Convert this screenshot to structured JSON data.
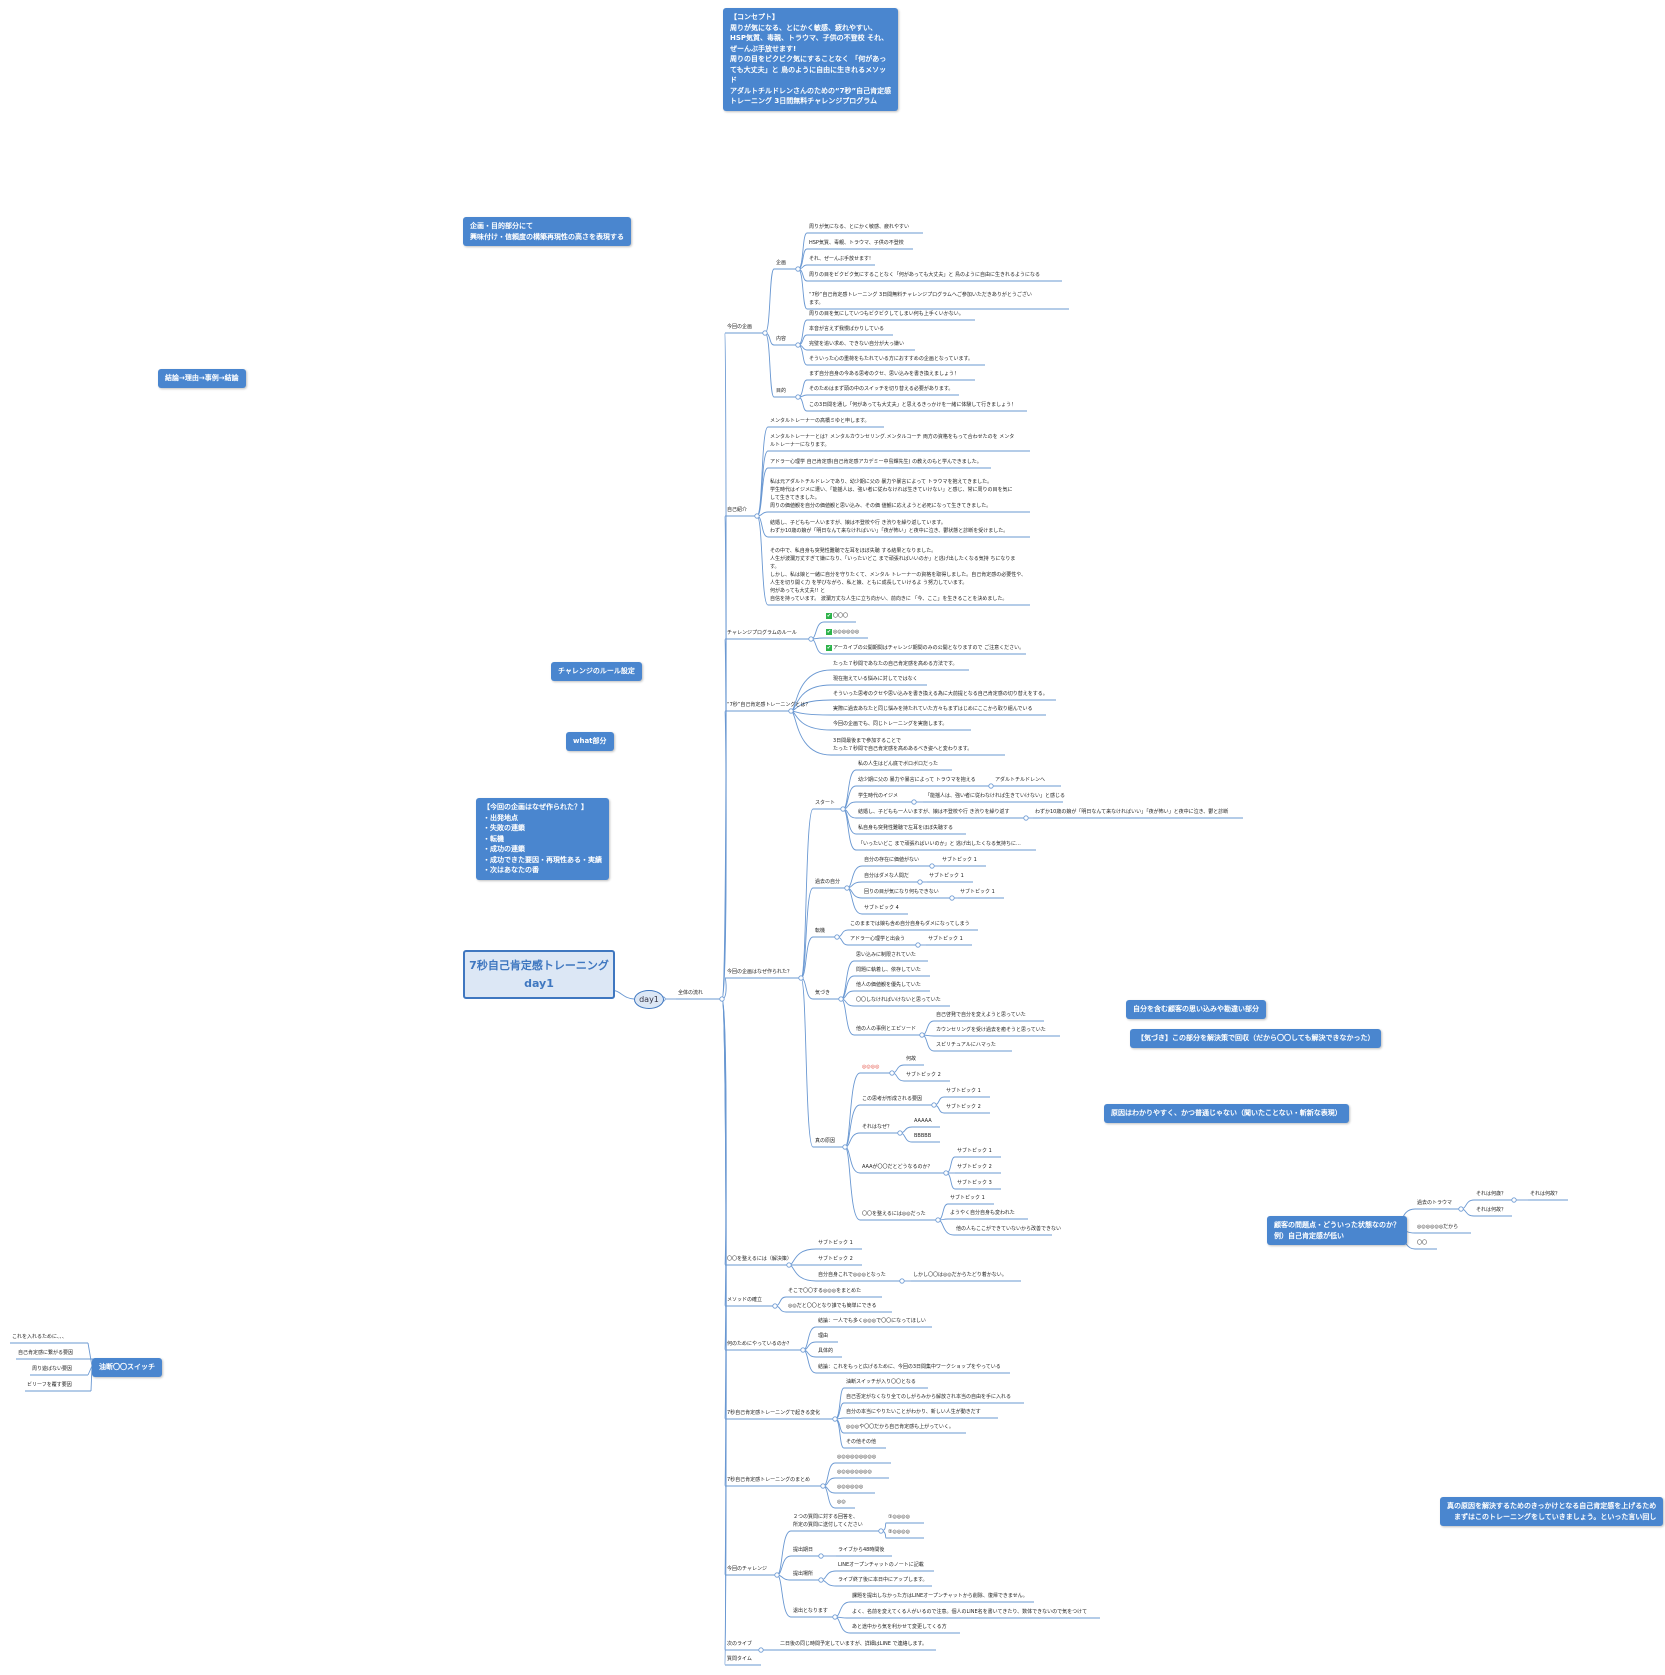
{
  "central": {
    "title": "7秒自己肯定感トレーニング\nday1"
  },
  "day1": {
    "label": "day1"
  },
  "notes": {
    "concept": "【コンセプト】\n周りが気になる、とにかく敏感、疲れやすい、\nHSP気質、毒親、トラウマ、子供の不登校 それ、\nぜーんぶ手放せます!\n周りの目をビクビク気にすることなく 「何があっ\nても大丈夫」と 鳥のように自由に生きれるメソッ\nド\nアダルトチルドレンさんのための“7秒”自己肯定感\nトレーニング 3日間無料チャレンジプログラム",
    "kikaku": "企画・目的部分にて\n興味付け・信頼度の構築再現性の高さを表現する",
    "ketsuron": "結論→理由→事例→結論",
    "rule": "チャレンジのルール設定",
    "what": "what部分",
    "why": "【今回の企画はなぜ作られた？】\n・出発地点\n・失敗の連鎖\n・転機\n・成功の連鎖\n・成功できた要因・再現性ある・実績\n・次はあなたの番",
    "omoikomi": "自分を含む顧客の思い込みや勘違い部分",
    "kizuki": "【気づき】この部分を解決策で回収（だから〇〇しても解決できなかった）",
    "genin": "原因はわかりやすく、かつ普通じゃない（聞いたことない・斬新な表現）",
    "kokyaku": "顧客の問題点・どういった状態なのか？\n例）自己肯定感が低い",
    "shin": "真の原因を解決するためのきっかけとなる自己肯定感を上げるため\n　まずはこのトレーニングをしていきましょう。といった言い回し",
    "switch": "油断〇〇スイッチ"
  },
  "nodes": {
    "zentai": "全体の流れ",
    "konkai": "今回の企画",
    "kikaku": "企画",
    "k1": "周りが気になる、とにかく敏感、疲れやすい",
    "k2": "HSP気質、毒親、トラウマ、子供の不登校",
    "k3": "それ、ぜーんぶ手放せます!",
    "k4": "周りの目をビクビク気にすることなく「何があっても大丈夫」と 鳥のように自由に生きれるようになる",
    "k5": "“7秒”自己肯定感トレーニング 3日間無料チャレンジプログラムへご参加いただきありがとうござい\nます。",
    "naiyo": "内容",
    "n1": "周りの目を気にしていつもビクビクしてしまい何も上手くいかない。",
    "n2": "本音が言えず我慢ばかりしている",
    "n3": "完璧を追い求め、できない自分が大っ嫌い",
    "n4": "そういった心の重荷をもたれている方におすすめの企画となっています。",
    "mokuteki": "目的",
    "m1": "まず自分自身の今ある思考のクセ、思い込みを書き換えましょう！",
    "m2": "そのためはまず頭の中のスイッチを切り替える必要があります。",
    "m3": "この3日間を通し「何があっても大丈夫」と思えるきっかけを一緒に体験して行きましょう！",
    "jiko": "自己紹介",
    "j1": "メンタルトレーナーの高橋ミゆと申します。",
    "j2": "メンタルトレーナーとは？メンタルカウンセリング.メンタルコーチ 両方の資格をもって合わせたのを メンタ\nルトレーナーになります。",
    "j3": "アドラー心理学 自己肯定感(自己肯定感アカデミー中島輝先生) の教えのもと学んできました。",
    "j4": "私は元アダルトチルドレンであり、幼少期に父の 暴力や暴言によって トラウマを抱えてきました。\n学生時代はイジメに遭い、「能揺人は、強い者に従わなければ生きていけない」と感じ、常に周りの目を気に\nして生きてきました。\n周りの価値観を自分の価値観と思い込み、その価 値観に応えようと必死になって生きてきました。",
    "j5": "結婚し、子どもも一人いますが、娘は不登校や行 き渋りを繰り返しています。\nわずか10歳の娘が「明日なんて来なければいい」「夜が怖い」と夜中に泣き、鬱状態と診断を受けました。",
    "j6": "その中で、私自身も突発性難聴で左耳をほぼ失聴 する結果となりました。\n人生が波瀾万丈すぎて嫌になり、「いったいどこ まで頑張ればいいのか」と逃げ出したくなる気持 ちになりま\nす。\nしかし、私は娘と一緒に自分を守りたくて、メンタル トレーナーの資格を取得しました。自己肯定感の必要性や、\n人生を切り開く力 を学びながら、私と娘、ともに成長していけるよ う努力しています。\n何があっても大丈夫!! と\n自信を持っています。 波瀾万丈な人生に立ち向かい、前向きに 「今、ここ」を生きることを決めました。",
    "rule": "チャレンジプログラムのルール",
    "r1": "〇〇〇",
    "r2": "◎◎◎◎◎◎",
    "r3": "アーカイブの公開期間はチャレンジ期間のみの公開となりますので ご注意ください。",
    "seven": "“7秒”自己肯定感トレーニングとは？",
    "s1": "たった７秒間であなたの自己肯定感を高める方法です。",
    "s2": "現在抱えている悩みに対してではなく",
    "s3": "そういった思考のクセや思い込みを書き換える為に大前提となる自己肯定感の切り替えをする。",
    "s4": "実際に過去あなたと同じ悩みを持たれていた方々もまずはじめにここから取り組んでいる",
    "s5": "今回の企画でも、同じトレーニングを実施します。",
    "s6": "3日間最後まで参加することで\nたった７秒間で自己肯定感を高めあるべき姿へと変わります。",
    "naze": "今回の企画はなぜ作られた？",
    "start": "スタート",
    "st1": "私の人生はどん底でボロボロだった",
    "st2": "幼少期に父の 暴力や暴言によって トラウマを抱える",
    "st2a": "アダルトチルドレンへ",
    "st3": "学生時代のイジメ",
    "st3a": "「能揺人は、強い者に従わなければ生きていけない」と感じる",
    "st4": "結婚し、子どもも一人いますが、娘は不登校や行 き渋りを繰り返す",
    "st4a": "わずか10歳の娘が「明日なんて来なければいい」「夜が怖い」と夜中に泣き、鬱と診断",
    "st5": "私自身も突発性難聴で左耳をほぼ失聴する",
    "st6": "「いったいどこ まで頑張ればいいのか」と 逃げ出したくなる気持ちに...",
    "kako": "過去の自分",
    "ka1": "自分の存在に価値がない",
    "ka1a": "サブトピック 1",
    "ka2": "自分はダメな人間だ",
    "ka2a": "サブトピック 1",
    "ka3": "回りの目が気になり何もできない",
    "ka3a": "サブトピック 1",
    "ka4": "サブトピック 4",
    "tenki": "転機",
    "te1": "このままでは娘も含め自分自身もダメになってしまう",
    "te2": "アドラー心理学と出会う",
    "te2a": "サブトピック 1",
    "kizuki": "気づき",
    "kz1": "思い込みに制限されていた",
    "kz2": "問題に執着し、依存していた",
    "kz3": "他人の価値観を優先していた",
    "kz4": "〇〇しなければいけないと思っていた",
    "kz5": "他の人の事例とエピソード",
    "kz5a": "自己啓発で自分を変えようと思っていた",
    "kz5b": "カウンセリングを受け過去を癒そうと思っていた",
    "kz5c": "スピリチュアルにハマった",
    "shingen": "真の原因",
    "sg1": "◎◎◎◎",
    "sg1a": "何故",
    "sg1b": "サブトピック 2",
    "sg2": "この思考が形成される要因",
    "sg2a": "サブトピック 1",
    "sg2b": "サブトピック 2",
    "sg3": "それはなぜ？",
    "sg3a": "AAAAA",
    "sg3b": "BBBBB",
    "sg4": "AAAが〇〇だとどうなるのか？",
    "sg4a": "サブトピック 1",
    "sg4b": "サブトピック 2",
    "sg4c": "サブトピック 3",
    "sg5": "〇〇を整えるには◎◎だった",
    "sg5a": "サブトピック 1",
    "sg5b": "ようやく自分自身も変われた",
    "sg5c": "他の人もここができていないから改善できない",
    "totonoe": "〇〇を整えるには（解決策）",
    "to1": "サブトピック 1",
    "to2": "サブトピック 2",
    "to3": "自分自身これで◎◎◎となった",
    "to3a": "しかし〇〇は◎◎だからたどり着かない。",
    "method": "メソッドの確立",
    "me1": "そこで〇〇する◎◎◎をまとめた",
    "me2": "◎◎だと〇〇となり誰でも簡単にできる",
    "nan": "何のためにやっているのか？",
    "na1": "結論：一人でも多く◎◎◎で〇〇になってほしい",
    "na2": "理由",
    "na3": "具体的",
    "na4": "結論：これをもっと広げるために、今回の3日間集中ワークショップをやっている",
    "henka": "7秒自己肯定感トレーニングで起きる変化",
    "h1": "油断スイッチが入り〇〇となる",
    "h2": "自己否定がなくなり全てのしがらみから解放され本当の自由を手に入れる",
    "h3": "自分の本当にやりたいことがわかり、新しい人生が動きだす",
    "h4": "◎◎◎や〇〇だから自己肯定感も上がっていく。",
    "h5": "その他その他",
    "matome": "7秒自己肯定感トレーニングのまとめ",
    "ma1": "◎◎◎◎◎◎◎◎◎",
    "ma2": "◎◎◎◎◎◎◎◎",
    "ma3": "◎◎◎◎◎◎",
    "ma4": "◎◎",
    "challenge": "今回のチャレンジ",
    "c1": "２つの質問に対する回答を、\n所定の質問に送付してください",
    "c1a": "①◎◎◎◎",
    "c1b": "②◎◎◎◎",
    "c2": "提出期日",
    "c2a": "ライブから48時間後",
    "c3": "提出場所",
    "c3a": "LINEオープンチャットのノートに記載",
    "c3b": "ライブ終了後に本日中にアップします。",
    "c4": "退出となります",
    "c4a": "課題を提出しなかった方はLINEオープンチャットから削除、復帰できません。",
    "c4b": "よく、名前を変えてくる人がいるので注意。個人のLINE名を書いてきたり、数体できないので気をつけて",
    "c4c": "あと途中から気を利かせて変更してくる方",
    "next": "次のライブ",
    "next_a": "二日後の同じ時間予定していますが、詳細はLINE で連絡します。",
    "qa": "質問タイム",
    "kokyaku_trauma": "過去のトラウマ",
    "ko1": "それは何歳？",
    "ko1a": "それは何故？",
    "ko2": "それは何故？",
    "ko3": "◎◎◎◎◎◎だから",
    "ko4": "〇〇",
    "sw1": "これを入れるために、、、",
    "sw2": "自己肯定感に繋がる要因",
    "sw3": "周り遊ばない要因",
    "sw4": "ビリーフを覆す要因"
  },
  "colors": {
    "accent": "#4a86cf",
    "line": "#6a98d2",
    "central_fill": "#dce7f5",
    "red_text": "#e03b2e",
    "check": "#2db34a"
  }
}
